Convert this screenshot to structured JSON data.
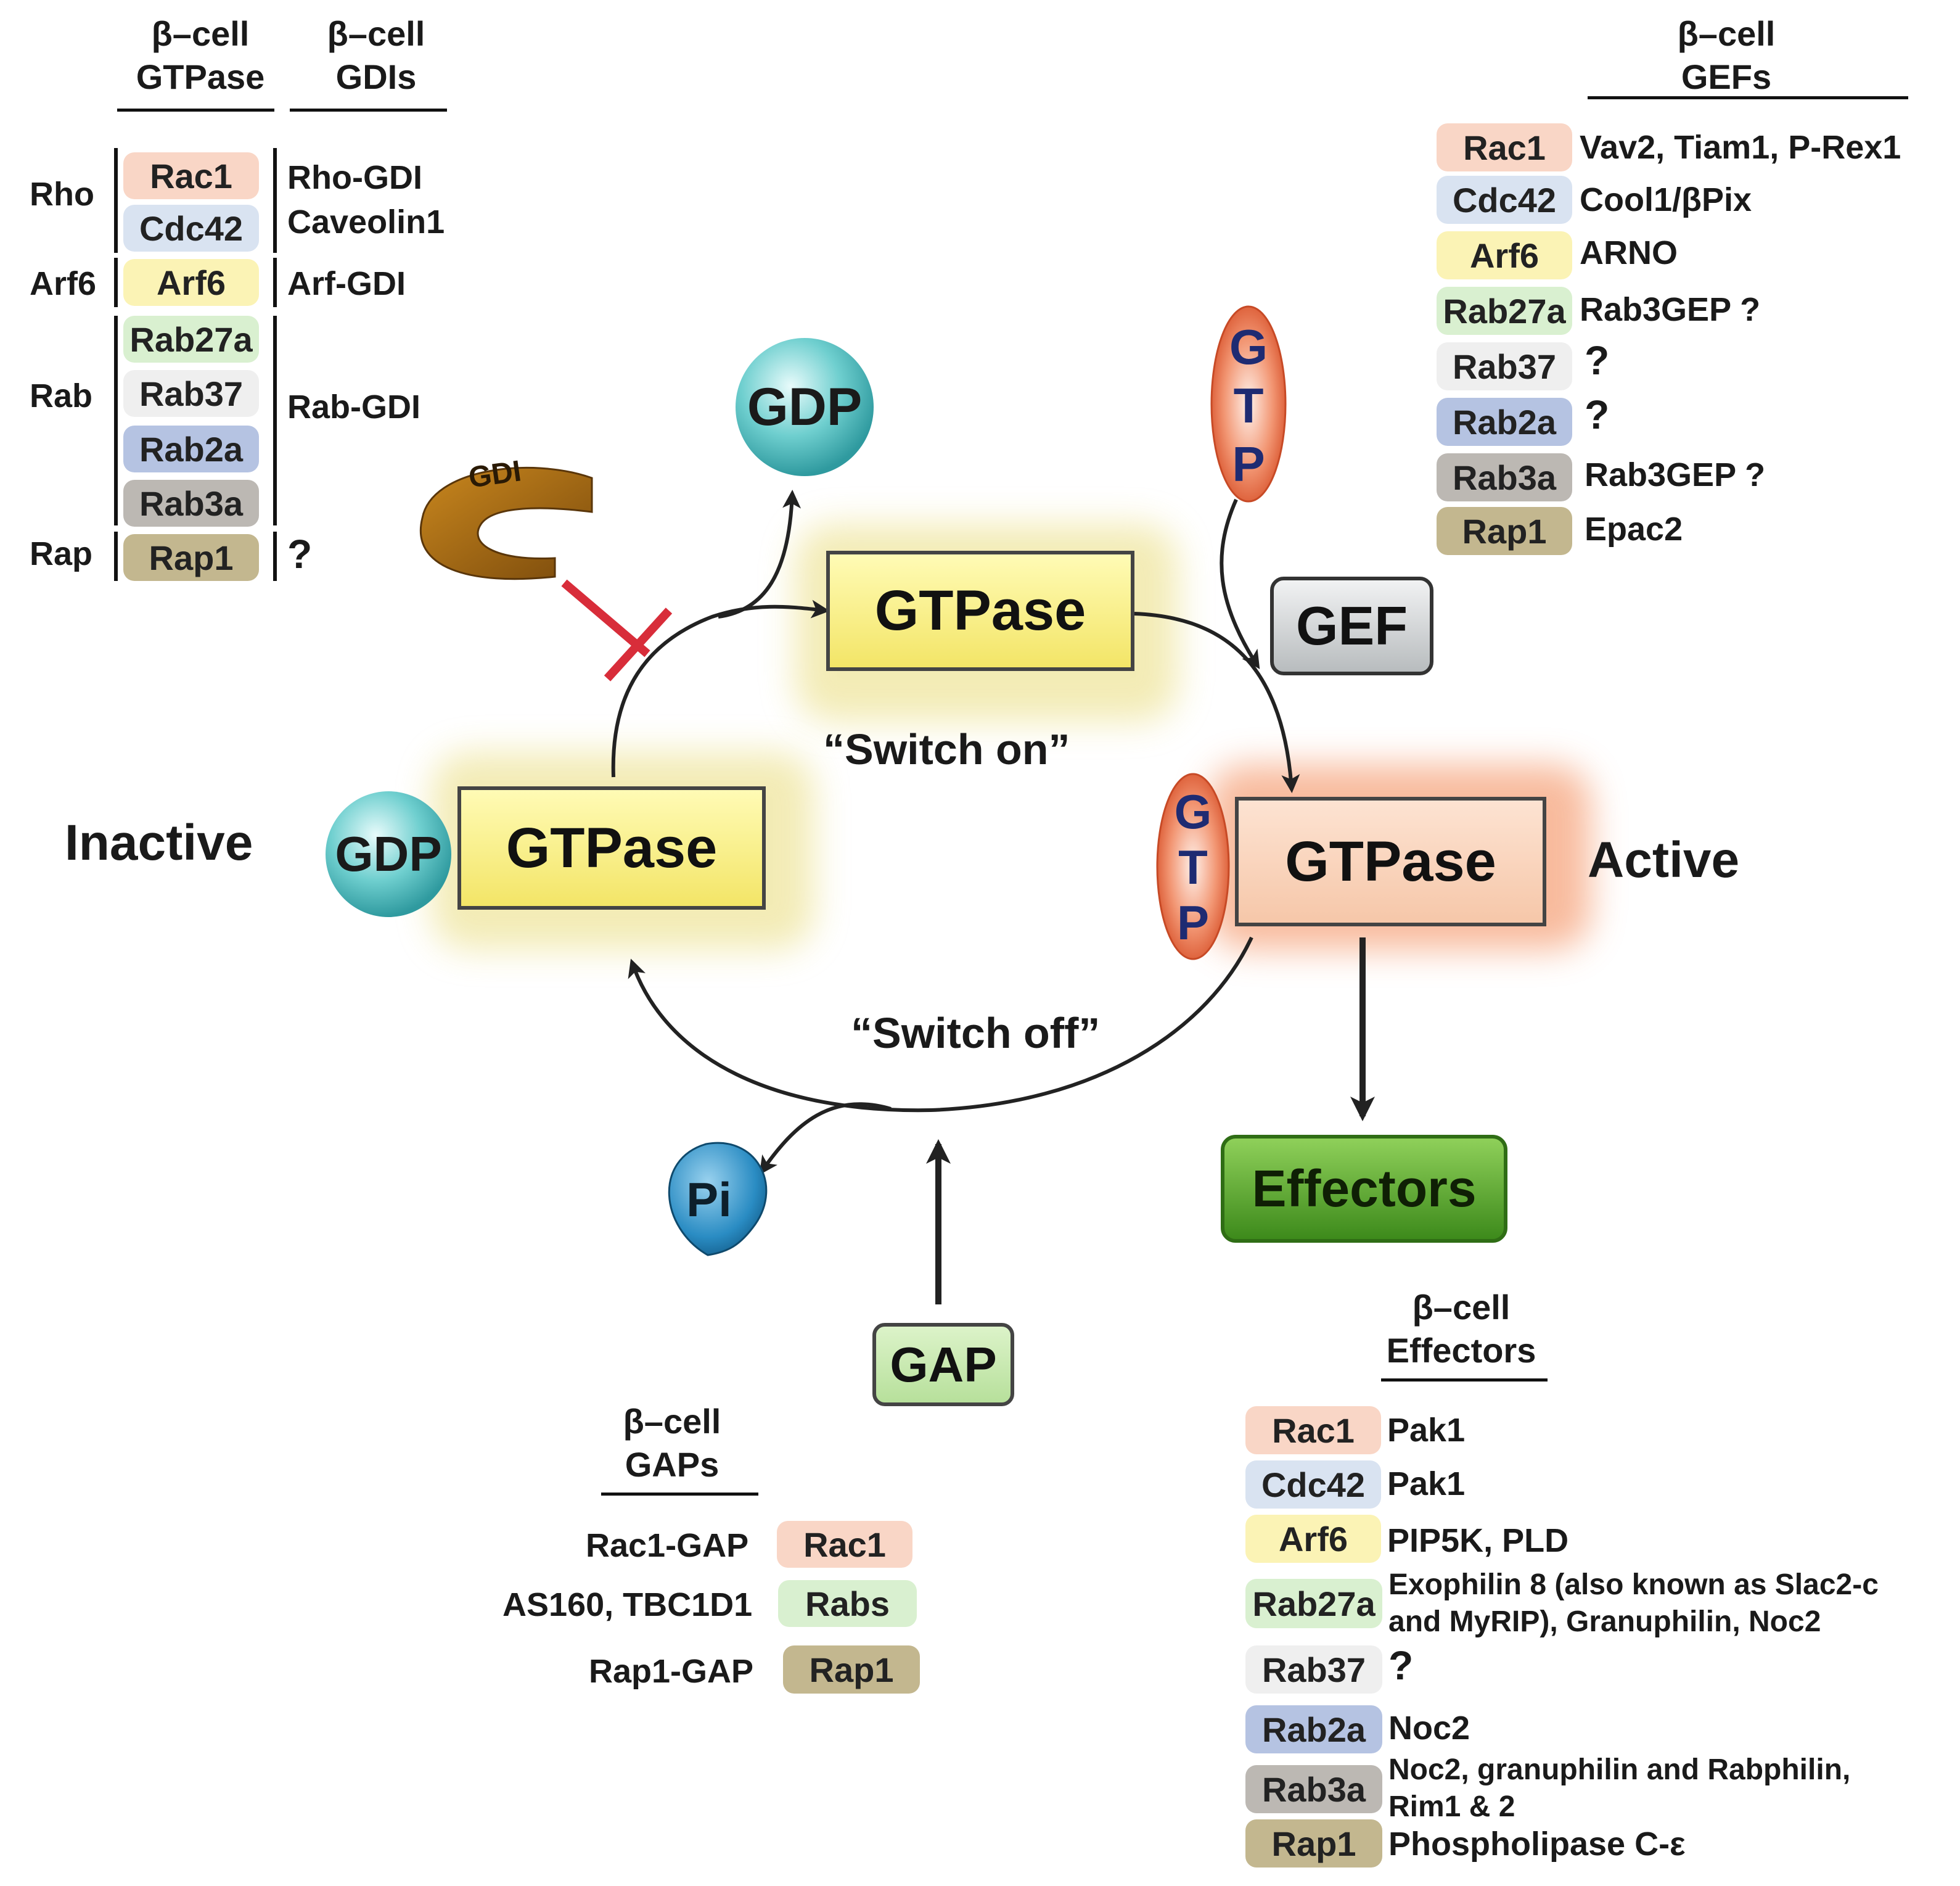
{
  "colors": {
    "rac1": "#f9d6c6",
    "cdc42": "#d9e3f1",
    "arf6": "#fbf3b5",
    "rab27a": "#d9f0d0",
    "rab37": "#efefef",
    "rab2a": "#b5c3e2",
    "rab3a": "#bcb8b3",
    "rap1": "#c3b78f",
    "gdi_inhibit": "#d82d3a",
    "gtpase_inactive": "#f3e567",
    "gtpase_active": "#f6c7a9",
    "effectors": "#5fa92e",
    "gap": "#c6e9ad",
    "gef": "#d9dcdd",
    "gdp": "#6fcfcf",
    "gtp": "#e8754e"
  },
  "gtpase_panel": {
    "header_gtpase": "β–cell\nGTPase",
    "header_gdis": "β–cell\nGDIs",
    "groups": [
      {
        "family": "Rho",
        "members": [
          "Rac1",
          "Cdc42"
        ],
        "gdi": "Rho-GDI\nCaveolin1"
      },
      {
        "family": "Arf6",
        "members": [
          "Arf6"
        ],
        "gdi": "Arf-GDI"
      },
      {
        "family": "Rab",
        "members": [
          "Rab27a",
          "Rab37",
          "Rab2a",
          "Rab3a"
        ],
        "gdi": "Rab-GDI"
      },
      {
        "family": "Rap",
        "members": [
          "Rap1"
        ],
        "gdi": "?"
      }
    ]
  },
  "gef_panel": {
    "header": "β–cell\nGEFs",
    "rows": [
      {
        "gtpase": "Rac1",
        "gef": "Vav2, Tiam1, P-Rex1"
      },
      {
        "gtpase": "Cdc42",
        "gef": "Cool1/βPix"
      },
      {
        "gtpase": "Arf6",
        "gef": "ARNO"
      },
      {
        "gtpase": "Rab27a",
        "gef": "Rab3GEP ?"
      },
      {
        "gtpase": "Rab37",
        "gef": "?"
      },
      {
        "gtpase": "Rab2a",
        "gef": "?"
      },
      {
        "gtpase": "Rab3a",
        "gef": "Rab3GEP ?"
      },
      {
        "gtpase": "Rap1",
        "gef": "Epac2"
      }
    ]
  },
  "cycle": {
    "gdp_free": "GDP",
    "gtp_free_letters": [
      "G",
      "T",
      "P"
    ],
    "gdi_label": "GDI",
    "gtpase_top": "GTPase",
    "gef": "GEF",
    "switch_on": "“Switch on”",
    "inactive": "Inactive",
    "gdp_bound": "GDP",
    "gtpase_inactive": "GTPase",
    "gtp_bound_letters": [
      "G",
      "T",
      "P"
    ],
    "gtpase_active": "GTPase",
    "active": "Active",
    "switch_off": "“Switch off”",
    "effectors": "Effectors",
    "pi": "Pi",
    "gap": "GAP"
  },
  "gap_panel": {
    "header": "β–cell\nGAPs",
    "rows": [
      {
        "gap": "Rac1-GAP",
        "gtpase": "Rac1"
      },
      {
        "gap": "AS160, TBC1D1",
        "gtpase": "Rabs"
      },
      {
        "gap": "Rap1-GAP",
        "gtpase": "Rap1"
      }
    ]
  },
  "effector_panel": {
    "header": "β–cell\nEffectors",
    "rows": [
      {
        "gtpase": "Rac1",
        "effector": "Pak1"
      },
      {
        "gtpase": "Cdc42",
        "effector": "Pak1"
      },
      {
        "gtpase": "Arf6",
        "effector": "PIP5K, PLD"
      },
      {
        "gtpase": "Rab27a",
        "effector": "Exophilin 8 (also known as Slac2-c\nand MyRIP), Granuphilin, Noc2"
      },
      {
        "gtpase": "Rab37",
        "effector": "?"
      },
      {
        "gtpase": "Rab2a",
        "effector": "Noc2"
      },
      {
        "gtpase": "Rab3a",
        "effector": "Noc2, granuphilin and Rabphilin,\nRim1 & 2"
      },
      {
        "gtpase": "Rap1",
        "effector": "Phospholipase C-ε"
      }
    ]
  }
}
